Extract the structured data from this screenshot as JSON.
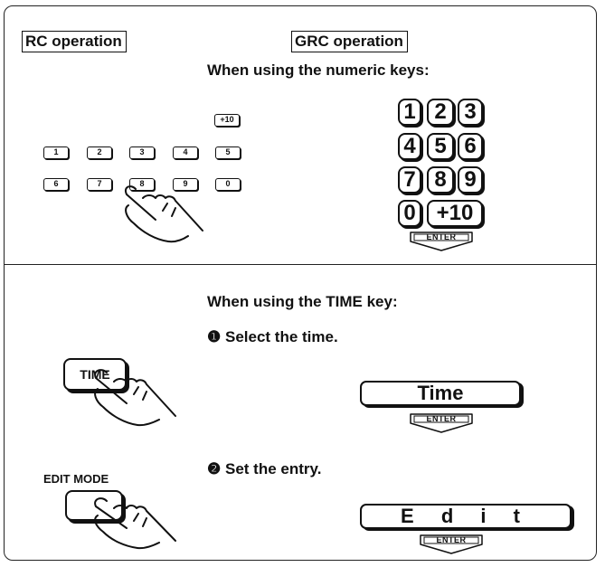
{
  "labels": {
    "rc_operation": "RC operation",
    "grc_operation": "GRC operation"
  },
  "numeric_section": {
    "heading": "When using the numeric keys:",
    "rc_keys": [
      "+10",
      "1",
      "2",
      "3",
      "4",
      "5",
      "6",
      "7",
      "8",
      "9",
      "0"
    ],
    "grc_keys": [
      "1",
      "2",
      "3",
      "4",
      "5",
      "6",
      "7",
      "8",
      "9",
      "0",
      "+10"
    ],
    "enter_label": "ENTER"
  },
  "time_section": {
    "heading": "When using the TIME key:",
    "step1_number": "❶",
    "step1_text": "Select the time.",
    "step2_number": "❷",
    "step2_text": "Set the entry.",
    "time_key_label": "TIME",
    "edit_mode_label": "EDIT MODE",
    "display_time": "Time",
    "display_edit": "E d i t",
    "enter_label": "ENTER"
  }
}
